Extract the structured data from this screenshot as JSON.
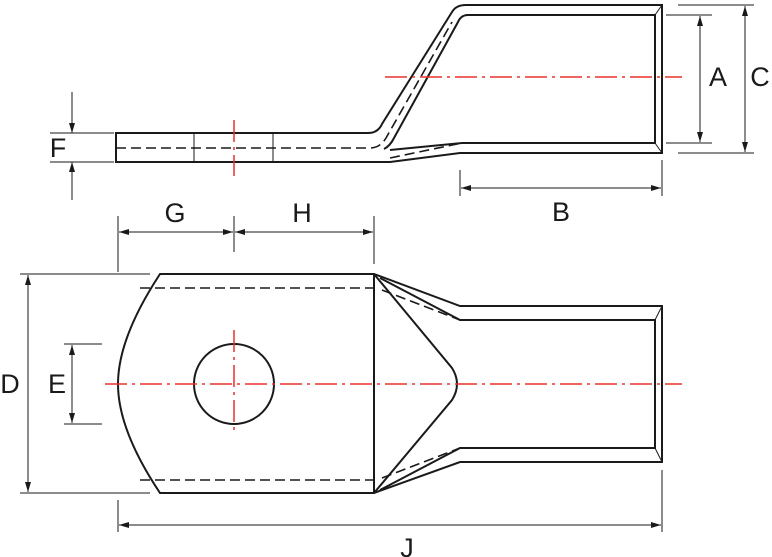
{
  "labels": {
    "A": "A",
    "B": "B",
    "C": "C",
    "D": "D",
    "E": "E",
    "F": "F",
    "G": "G",
    "H": "H",
    "J": "J"
  },
  "colors": {
    "outline": "#1a1a1a",
    "centerline": "#e8322c"
  }
}
